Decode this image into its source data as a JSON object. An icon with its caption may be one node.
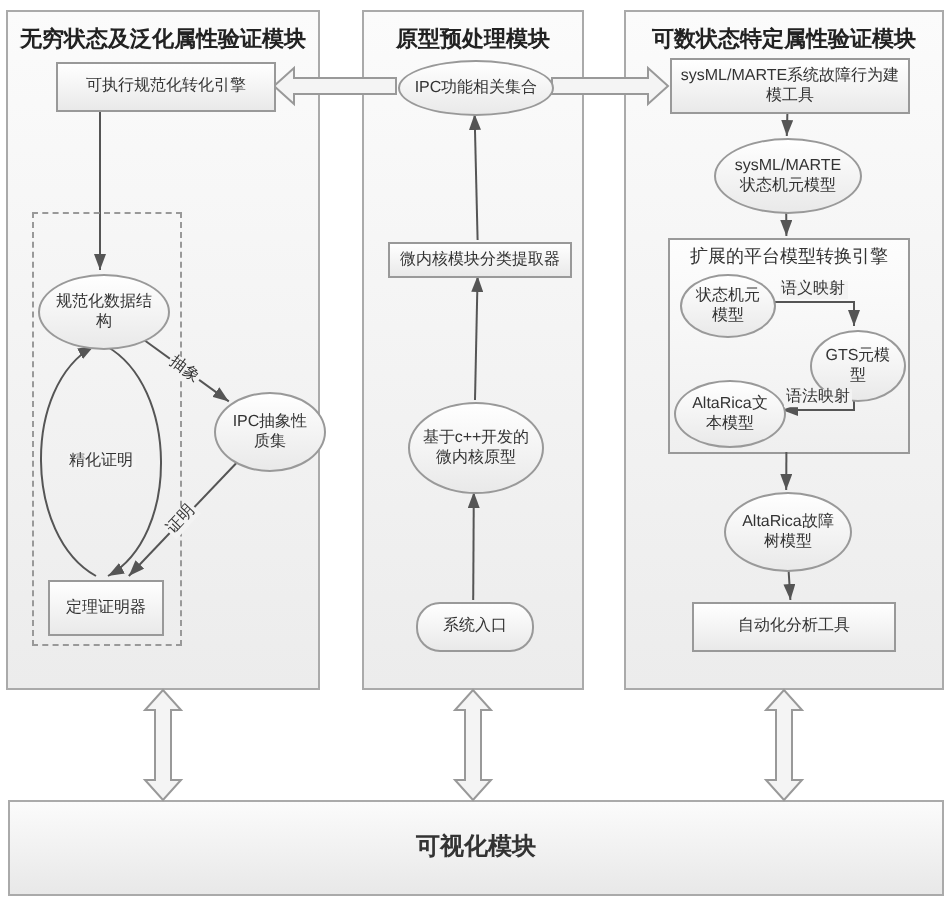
{
  "diagram": {
    "nodes": [
      {
        "text": [
          "无穷状态及泛化属性验证模块"
        ]
      },
      {
        "text": [
          "原型预处理模块"
        ]
      },
      {
        "text": [
          "可数状态特定属性验证模块"
        ]
      },
      {
        "text": [
          "可视化模块"
        ]
      },
      {
        "text": [
          "可执行规范化转化引擎"
        ],
        "in": 0
      },
      {
        "text": [],
        "shape": "box",
        "in": 0
      },
      {
        "text": [
          "规范化数据结构"
        ],
        "in": 5
      },
      {
        "text": [
          "IPC抽象性质集"
        ],
        "in": 0
      },
      {
        "text": [
          "定理证明器"
        ],
        "in": 5
      },
      {
        "text": [
          "IPC功能相关集合"
        ],
        "in": 1
      },
      {
        "text": [
          "微内核模块分类提取器"
        ],
        "in": 1
      },
      {
        "text": [
          "基于c++开发的微内核原型"
        ],
        "in": 1
      },
      {
        "text": [
          "系统入口"
        ],
        "in": 1
      },
      {
        "text": [
          "sysML/MARTE系统故障行为建模工具"
        ],
        "in": 2
      },
      {
        "text": [
          "sysML/MARTE状态机元模型"
        ],
        "in": 2
      },
      {
        "text": [
          "扩展的平台模型转换引擎"
        ],
        "in": 2
      },
      {
        "text": [
          "状态机元模型"
        ],
        "in": 15
      },
      {
        "text": [
          "GTS元模型"
        ],
        "in": 15
      },
      {
        "text": [
          "AltaRica文本模型"
        ],
        "in": 15
      },
      {
        "text": [
          "AltaRica故障树模型"
        ],
        "in": 2
      },
      {
        "text": [
          "自动化分析工具"
        ],
        "in": 2
      }
    ],
    "edges": [
      {
        "from": 4,
        "to": 6,
        "arrow": "to"
      },
      {
        "from": 6,
        "to": 7,
        "arrow": "to",
        "label": "抽象"
      },
      {
        "from": 7,
        "to": 8,
        "arrow": "to",
        "label": "证明"
      },
      {
        "from": 8,
        "to": 6,
        "arrow": "to",
        "label": "精化证明"
      },
      {
        "from": 6,
        "to": 8,
        "arrow": "to"
      },
      {
        "from": 9,
        "to": 4,
        "arrow": "to"
      },
      {
        "from": 9,
        "to": 13,
        "arrow": "to"
      },
      {
        "from": 12,
        "to": 11,
        "arrow": "to"
      },
      {
        "from": 11,
        "to": 10,
        "arrow": "to"
      },
      {
        "from": 10,
        "to": 9,
        "arrow": "to"
      },
      {
        "from": 13,
        "to": 14,
        "arrow": "to"
      },
      {
        "from": 14,
        "to": 15,
        "arrow": "to"
      },
      {
        "from": 16,
        "to": 17,
        "arrow": "to",
        "label": "语义映射"
      },
      {
        "from": 17,
        "to": 18,
        "arrow": "to",
        "label": "语法映射"
      },
      {
        "from": 15,
        "to": 19,
        "arrow": "to"
      },
      {
        "from": 19,
        "to": 20,
        "arrow": "to"
      },
      {
        "from": 0,
        "to": 3,
        "arrow": "both"
      },
      {
        "from": 1,
        "to": 3,
        "arrow": "both"
      },
      {
        "from": 2,
        "to": 3,
        "arrow": "both"
      }
    ]
  }
}
